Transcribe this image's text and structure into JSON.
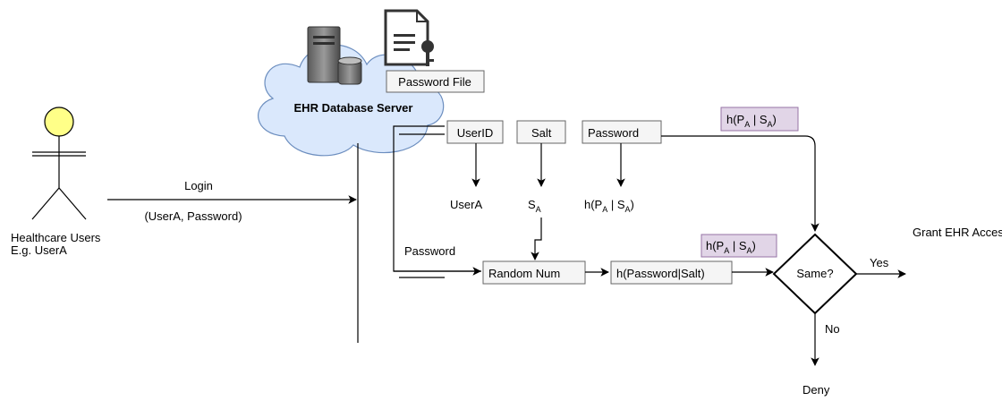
{
  "server": {
    "label": "EHR Database Server",
    "file_label": "Password File",
    "server_icon": "server-icon",
    "file_icon": "key-file-icon"
  },
  "actor": {
    "icon": "stick-figure-icon",
    "line1": "Healthcare Users",
    "line2": "E.g. UserA"
  },
  "login": {
    "label": "Login",
    "params": "(UserA, Password)"
  },
  "table": {
    "userid": "UserID",
    "salt": "Salt",
    "password": "Password",
    "userid_value": "UserA",
    "salt_value": {
      "base": "S",
      "sub": "A"
    },
    "password_value": {
      "h": "h(P",
      "sub1": "A",
      "mid": " | S",
      "sub2": "A",
      "close": ")"
    }
  },
  "hash_labels": {
    "top": {
      "h": "h(P",
      "sub1": "A",
      "mid": " | S",
      "sub2": "A",
      "close": ")"
    },
    "bottom": {
      "h": "h(P",
      "sub1": "A",
      "mid": " | S",
      "sub2": "A",
      "close": ")"
    }
  },
  "flow": {
    "password_label": "Password",
    "random": "Random Num",
    "hash": "h(Password|Salt)",
    "decision": "Same?",
    "yes": "Yes",
    "no": "No",
    "grant": "Grant EHR Access",
    "deny": "Deny"
  },
  "colors": {
    "cloud_fill": "#dae8fc",
    "cloud_stroke": "#6c8ebf",
    "actor_head": "#ffff88",
    "hash_fill": "#e1d5e7",
    "hash_stroke": "#9673a6",
    "box_fill": "#f5f5f5",
    "box_stroke": "#666666"
  }
}
